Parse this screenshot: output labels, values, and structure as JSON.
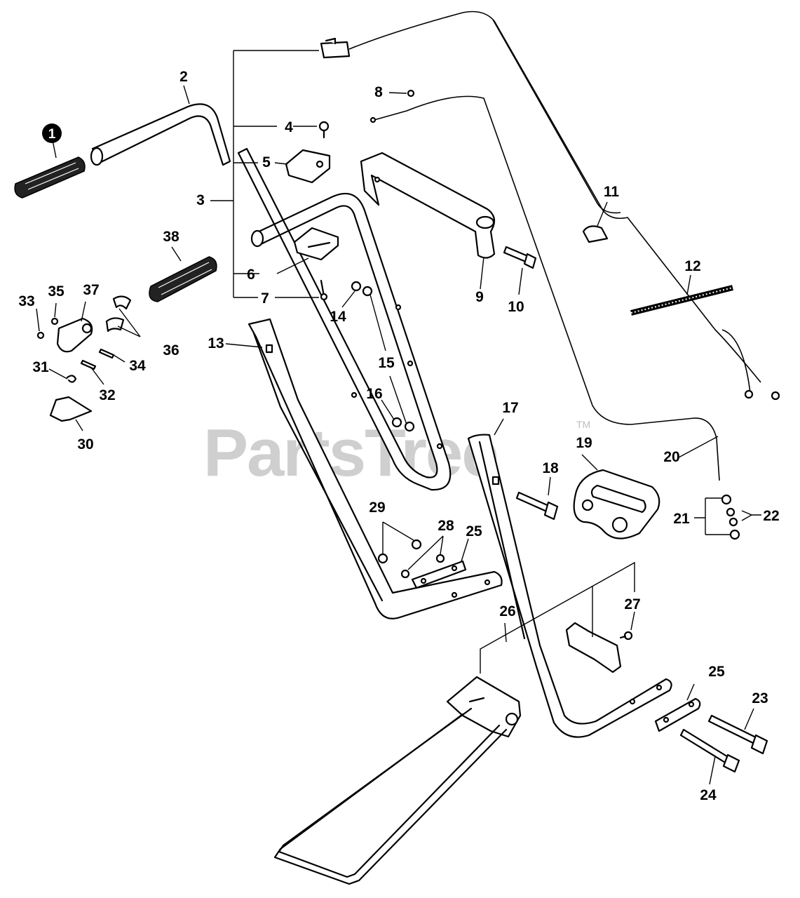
{
  "watermark": {
    "text": "PartsTree",
    "trademark": "TM"
  },
  "highlight": {
    "color": "#000000",
    "text_color": "#ffffff"
  },
  "callouts": {
    "n1": "1",
    "n2": "2",
    "n3": "3",
    "n4": "4",
    "n5": "5",
    "n6": "6",
    "n7": "7",
    "n8": "8",
    "n9": "9",
    "n10": "10",
    "n11": "11",
    "n12": "12",
    "n13": "13",
    "n14": "14",
    "n15": "15",
    "n16": "16",
    "n17": "17",
    "n18": "18",
    "n19": "19",
    "n20": "20",
    "n21": "21",
    "n22": "22",
    "n23": "23",
    "n24": "24",
    "n25a": "25",
    "n25b": "25",
    "n26": "26",
    "n27": "27",
    "n28": "28",
    "n29": "29",
    "n30": "30",
    "n31": "31",
    "n32": "32",
    "n33": "33",
    "n34": "34",
    "n35": "35",
    "n36": "36",
    "n37": "37",
    "n38": "38"
  }
}
